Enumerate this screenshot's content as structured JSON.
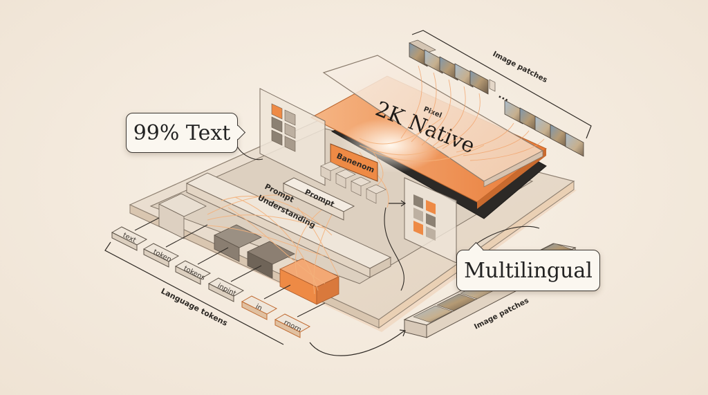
{
  "callouts": {
    "text_accuracy": "99% Text",
    "multilingual": "Multilingual"
  },
  "labels": {
    "pixel": "Pixel",
    "native": "2K Native",
    "banenom": "Banenom",
    "prompt": "Prompt",
    "prompt_understanding_1": "Prompt",
    "prompt_understanding_2": "Understanding",
    "language_tokens": "Language tokens",
    "image_patches_top": "Image patches",
    "image_patches_bottom": "Image patches",
    "ellipsis": "..."
  },
  "tokens": [
    "text",
    "token",
    "tokens",
    "inpint",
    "in",
    "rnorn"
  ],
  "colors": {
    "background": "#f5ece0",
    "accent": "#ee8a45",
    "panel": "#e9dccb",
    "dark": "#2c2926"
  }
}
